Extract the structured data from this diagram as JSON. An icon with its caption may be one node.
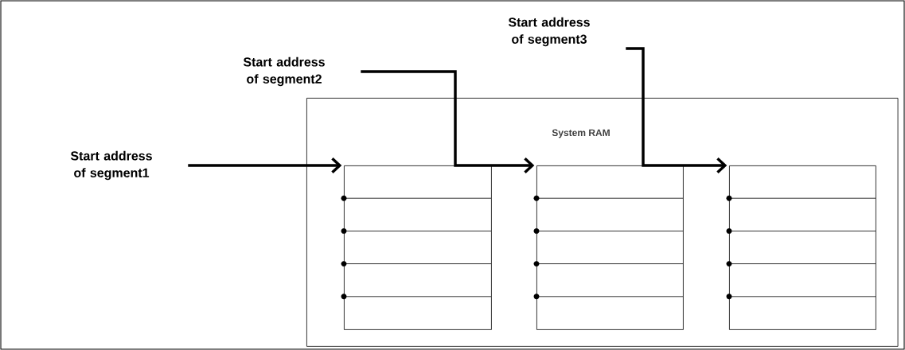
{
  "diagram": {
    "nodes": [
      {
        "text": [
          "Start address of segment1"
        ]
      },
      {
        "text": [
          "Start address of segment2"
        ]
      },
      {
        "text": [
          "Start address of segment3"
        ]
      },
      {
        "text": [
          "System RAM"
        ]
      },
      {
        "text": [],
        "shape": "box",
        "in": 3
      },
      {
        "text": [],
        "shape": "box",
        "in": 3
      },
      {
        "text": [],
        "shape": "box",
        "in": 3
      }
    ],
    "edges": [
      {
        "from": 0,
        "to": 4,
        "arrow": "to"
      },
      {
        "from": 1,
        "to": 5,
        "arrow": "to"
      },
      {
        "from": 2,
        "to": 6,
        "arrow": "to"
      }
    ]
  }
}
